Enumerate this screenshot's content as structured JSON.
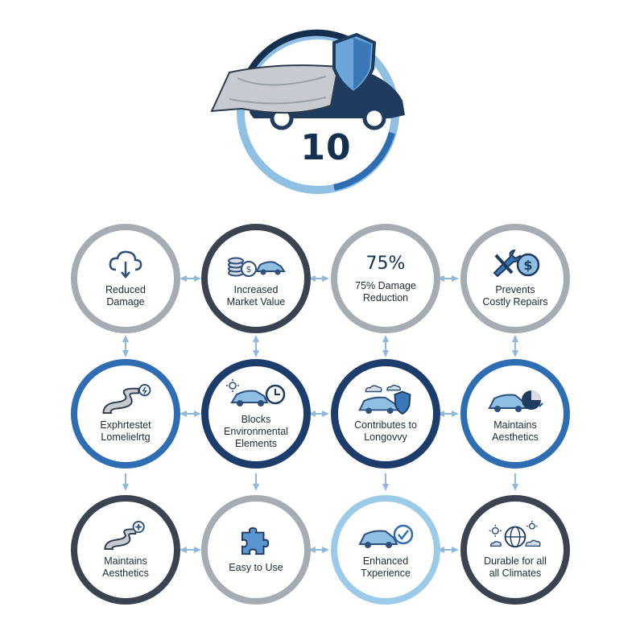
{
  "hero": {
    "number": "10"
  },
  "nodes": [
    {
      "id": "reduced-damage",
      "label": "Reduced\nDamage",
      "icon": "cloud-download-icon"
    },
    {
      "id": "increased-market-value",
      "label": "Increased\nMarket Value",
      "icon": "coins-car-icon"
    },
    {
      "id": "damage-reduction",
      "stat": "75%",
      "label": "75% Damage\nReduction"
    },
    {
      "id": "prevents-costly-repairs",
      "label": "Prevents\nCostly Repairs",
      "icon": "wrench-dollar-icon"
    },
    {
      "id": "expressway-longevity",
      "label": "Exphrtestet\nLomelielrtg",
      "icon": "winding-road-icon"
    },
    {
      "id": "blocks-environmental-elements",
      "label": "Blocks\nEnvironmental\nElements",
      "icon": "car-sun-clock-icon"
    },
    {
      "id": "contributes-to-longevity",
      "label": "Contributes to\nLongovvy",
      "icon": "car-shield-cloud-icon"
    },
    {
      "id": "maintains-aesthetics-1",
      "label": "Maintains\nAesthetics",
      "icon": "car-pie-icon"
    },
    {
      "id": "maintains-aesthetics-2",
      "label": "Maintains\nAesthetics",
      "icon": "road-plus-icon"
    },
    {
      "id": "easy-to-use",
      "label": "Easy to Use",
      "icon": "puzzle-icon"
    },
    {
      "id": "enhanced-experience",
      "label": "Enhanced\nTxperience",
      "icon": "car-check-icon"
    },
    {
      "id": "durable-all-climates",
      "label": "Durable for all\nall Climates",
      "icon": "globe-weather-icon"
    }
  ]
}
